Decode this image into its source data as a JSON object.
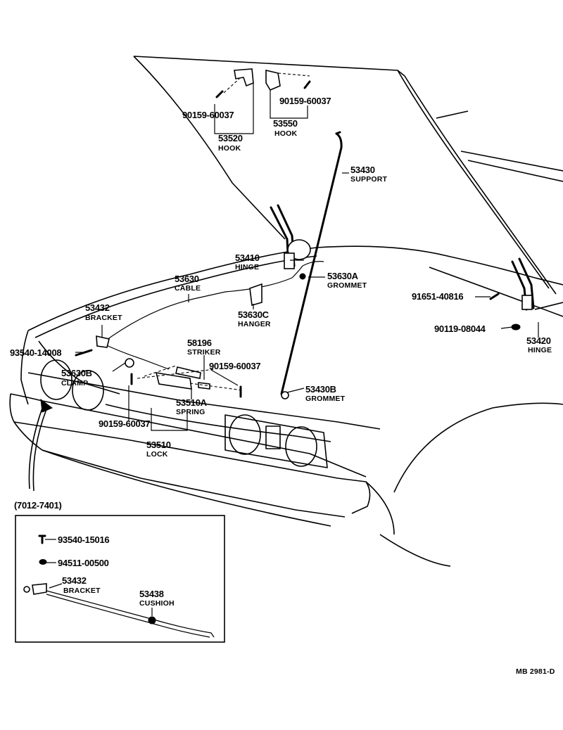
{
  "diagram": {
    "drawing_code": "MB 2981-D",
    "labels": [
      {
        "id": "hook-left-bolt",
        "part": "90159-60037",
        "name": ""
      },
      {
        "id": "hook-left",
        "part": "53520",
        "name": "HOOK"
      },
      {
        "id": "hook-right-bolt",
        "part": "90159-60037",
        "name": ""
      },
      {
        "id": "hook-right",
        "part": "53550",
        "name": "HOOK"
      },
      {
        "id": "support",
        "part": "53430",
        "name": "SUPPORT"
      },
      {
        "id": "hinge-left",
        "part": "53410",
        "name": "HINGE"
      },
      {
        "id": "grommet-a",
        "part": "53630A",
        "name": "GROMMET"
      },
      {
        "id": "cable",
        "part": "53630",
        "name": "CABLE"
      },
      {
        "id": "bracket",
        "part": "53432",
        "name": "BRACKET"
      },
      {
        "id": "hanger",
        "part": "53630C",
        "name": "HANGER"
      },
      {
        "id": "hinge-right-bolt",
        "part": "91651-40816",
        "name": ""
      },
      {
        "id": "hinge-right-nut",
        "part": "90119-08044",
        "name": ""
      },
      {
        "id": "hinge-right",
        "part": "53420",
        "name": "HINGE"
      },
      {
        "id": "striker",
        "part": "58196",
        "name": "STRIKER"
      },
      {
        "id": "screw-left",
        "part": "93540-14008",
        "name": ""
      },
      {
        "id": "clamp",
        "part": "53630B",
        "name": "CLAMP"
      },
      {
        "id": "striker-bolt",
        "part": "90159-60037",
        "name": ""
      },
      {
        "id": "grommet-b",
        "part": "53430B",
        "name": "GROMMET"
      },
      {
        "id": "spring",
        "part": "53510A",
        "name": "SPRING"
      },
      {
        "id": "lock-bolt",
        "part": "90159-60037",
        "name": ""
      },
      {
        "id": "lock",
        "part": "53510",
        "name": "LOCK"
      }
    ],
    "inset": {
      "range": "(7012-7401)",
      "labels": [
        {
          "id": "inset-screw",
          "part": "93540-15016",
          "name": ""
        },
        {
          "id": "inset-washer",
          "part": "94511-00500",
          "name": ""
        },
        {
          "id": "inset-bracket",
          "part": "53432",
          "name": "BRACKET"
        },
        {
          "id": "inset-cushion",
          "part": "53438",
          "name": "CUSHIOH"
        }
      ]
    }
  }
}
